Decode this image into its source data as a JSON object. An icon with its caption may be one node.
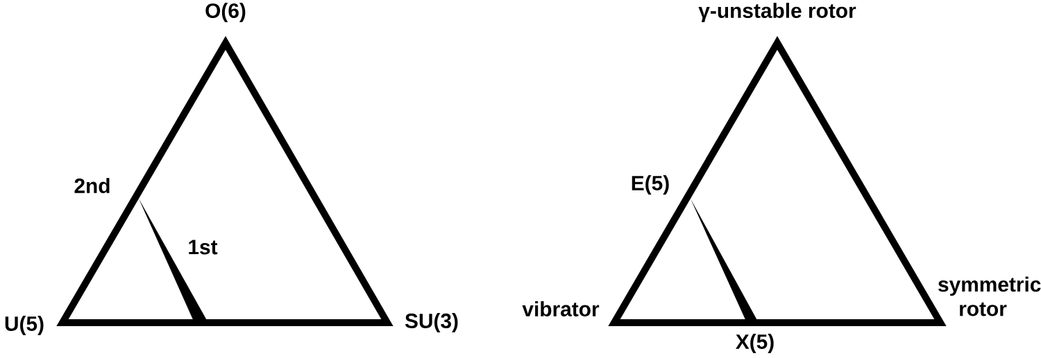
{
  "diagram": {
    "labels": [
      "O(6)",
      "2nd",
      "1st",
      "U(5)",
      "SU(3)",
      "γ-unstable rotor",
      "E(5)",
      "vibrator",
      "symmetric rotor",
      "X(5)"
    ]
  }
}
